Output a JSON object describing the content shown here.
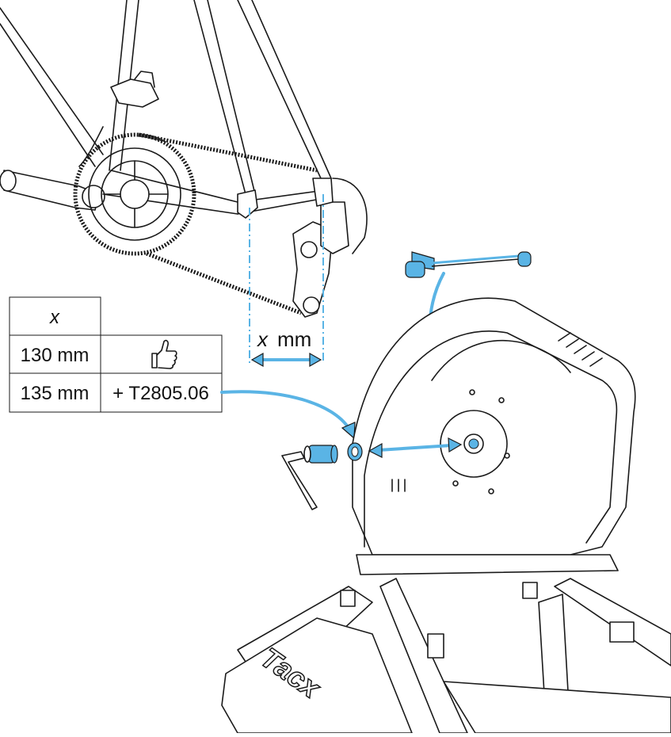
{
  "table": {
    "header": [
      "x",
      ""
    ],
    "rows": [
      [
        "130 mm",
        ""
      ],
      [
        "135 mm",
        "+ T2805.06"
      ]
    ]
  },
  "dimension": {
    "label_var": "x",
    "label_unit": "mm"
  },
  "brand": "Tacx",
  "icons": {
    "approved": "thumbs-up-icon",
    "hex_key": "hex-key-icon",
    "skewer": "quick-release-skewer-icon"
  },
  "colors": {
    "accent": "#5ab4e5",
    "ink": "#1a1a1a"
  }
}
